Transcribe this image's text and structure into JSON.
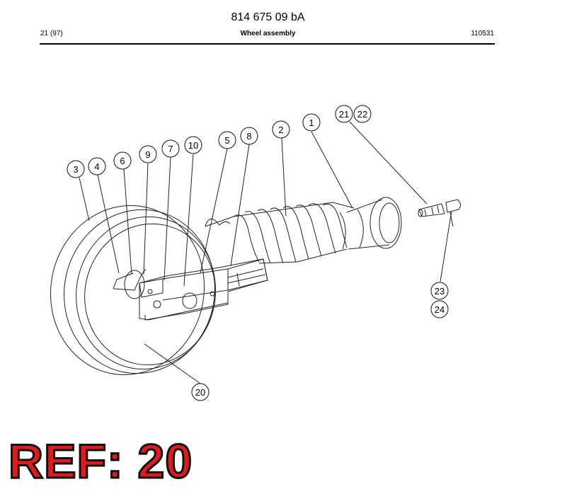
{
  "header": {
    "doc_number": "814 675 09 bA",
    "page_ref": "21 (97)",
    "section_title": "Wheel assembly",
    "date_code": "110531"
  },
  "callouts": [
    "1",
    "2",
    "3",
    "4",
    "5",
    "6",
    "7",
    "8",
    "9",
    "10",
    "20",
    "21",
    "22",
    "23",
    "24"
  ],
  "stamp": {
    "text": "REF: 20",
    "fill_color": "#e11b1b",
    "outline_color": "#111111"
  }
}
